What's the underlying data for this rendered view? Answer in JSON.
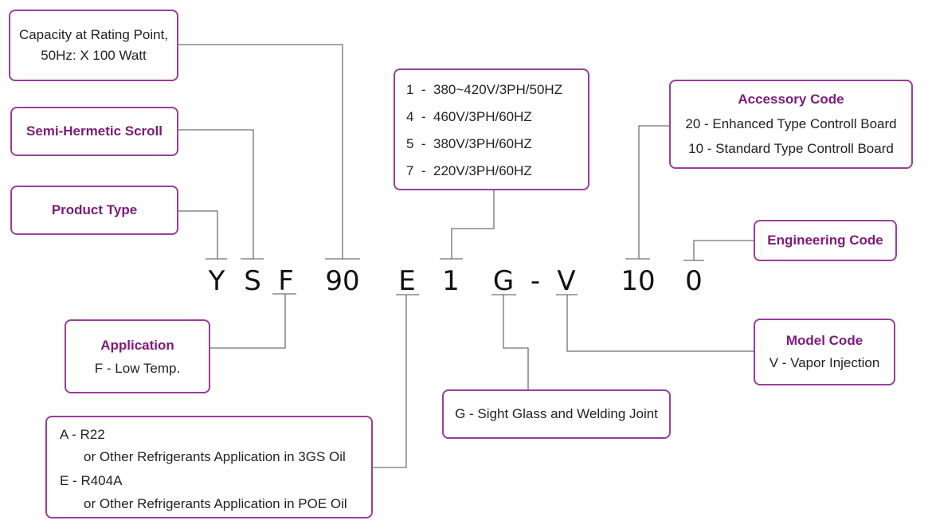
{
  "model_code": {
    "segments": [
      "Y",
      "S",
      "F",
      "90",
      "E",
      "1",
      "G",
      "-",
      "V",
      "10",
      "0"
    ]
  },
  "boxes": {
    "capacity": {
      "lines": [
        "Capacity at Rating Point,",
        "50Hz: X 100 Watt"
      ]
    },
    "semi_hermetic": {
      "title": "Semi-Hermetic Scroll"
    },
    "product_type": {
      "title": "Product Type"
    },
    "voltage": {
      "items": [
        "1  -  380~420V/3PH/50HZ",
        "4  -  460V/3PH/60HZ",
        "5  -  380V/3PH/60HZ",
        "7  -  220V/3PH/60HZ"
      ]
    },
    "accessory": {
      "title": "Accessory Code",
      "items": [
        "20 - Enhanced Type Controll Board",
        "10 - Standard Type Controll Board"
      ]
    },
    "engineering": {
      "title": "Engineering Code"
    },
    "application": {
      "title": "Application",
      "items": [
        "F - Low Temp."
      ]
    },
    "refrigerant": {
      "items": [
        {
          "code": "A - R22",
          "desc": "or Other Refrigerants Application in 3GS Oil"
        },
        {
          "code": "E - R404A",
          "desc": "or Other Refrigerants Application in POE Oil"
        }
      ]
    },
    "sight_glass": {
      "items": [
        "G - Sight Glass and Welding Joint"
      ]
    },
    "model": {
      "title": "Model Code",
      "items": [
        "V - Vapor Injection"
      ]
    }
  },
  "colors": {
    "accent": "#7d1a7d",
    "border": "#9b3d9b",
    "line": "#707070"
  }
}
